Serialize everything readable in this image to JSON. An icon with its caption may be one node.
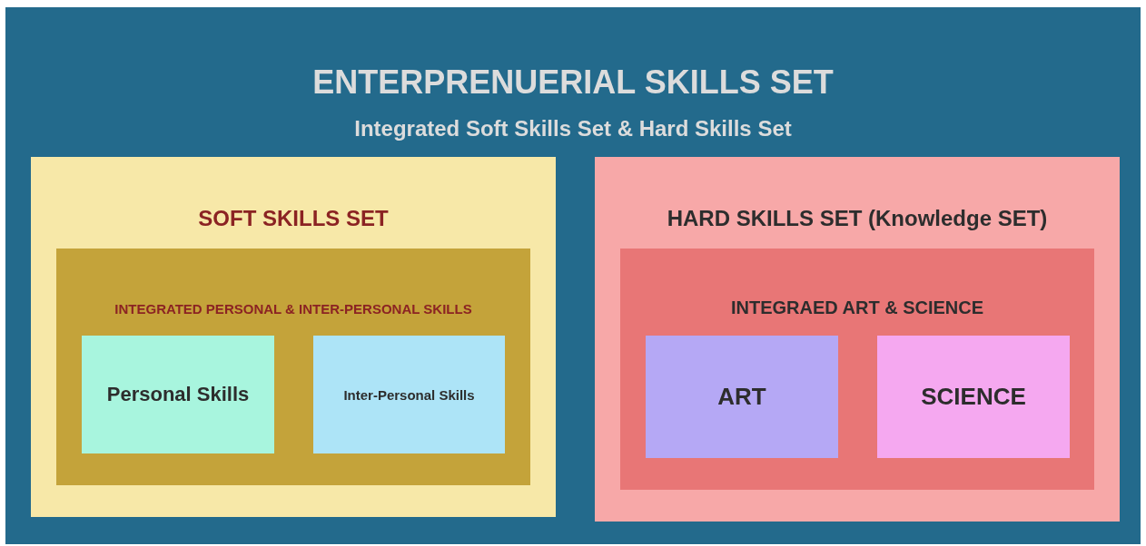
{
  "diagram": {
    "nodes": [
      {
        "text": [
          "ENTERPRENUERIAL SKILLS SET",
          "Integrated Soft Skills Set & Hard Skills Set"
        ]
      },
      {
        "text": [
          "SOFT SKILLS SET"
        ],
        "in": 0
      },
      {
        "text": [
          "INTEGRATED PERSONAL & INTER-PERSONAL SKILLS"
        ],
        "in": 1
      },
      {
        "text": [
          "Personal Skills"
        ],
        "in": 2
      },
      {
        "text": [
          "Inter-Personal Skills"
        ],
        "in": 2
      },
      {
        "text": [
          "HARD SKILLS SET (Knowledge SET)"
        ],
        "in": 0
      },
      {
        "text": [
          "INTEGRAED ART & SCIENCE"
        ],
        "in": 5
      },
      {
        "text": [
          "ART"
        ],
        "in": 6
      },
      {
        "text": [
          "SCIENCE"
        ],
        "in": 6
      }
    ],
    "edges": []
  }
}
